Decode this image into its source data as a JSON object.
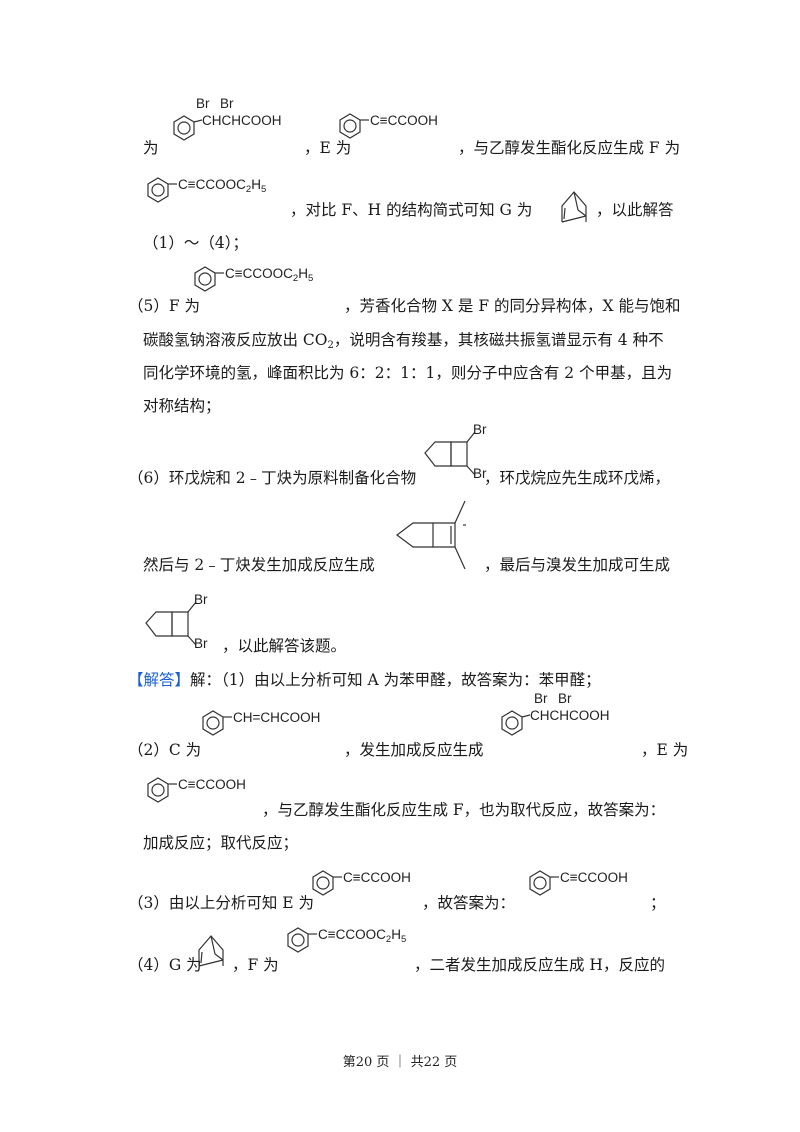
{
  "p1": {
    "a": "为",
    "b": "，E 为",
    "c": "，与乙醇发生酯化反应生成 F 为"
  },
  "p2": {
    "a": "，对比 F、H 的结构简式可知 G 为",
    "b": "，以此解答"
  },
  "p3": {
    "a": "（1）～（4）；"
  },
  "p5": {
    "a": "（5）F 为",
    "b": "，芳香化合物 X 是 F 的同分异构体，X 能与饱和",
    "c1": "碳酸氢钠溶液反应放出 CO",
    "c_sub": "2",
    "c2": "，说明含有羧基，其核磁共振氢谱显示有 4 种不",
    "d": "同化学环境的氢，峰面积比为 6：2：1：1，则分子中应含有 2 个甲基，且为",
    "e": "对称结构；"
  },
  "p6": {
    "a": "（6）环戊烷和 2﹣丁炔为原料制备化合物",
    "b": "，环戊烷应先生成环戊烯，",
    "c": "然后与 2﹣丁炔发生加成反应生成",
    "d": "，最后与溴发生加成可生成",
    "e": "，以此解答该题。"
  },
  "answer": {
    "tag": "【解答】",
    "a": "解：（1）由以上分析可知 A 为苯甲醛，故答案为：苯甲醛；",
    "q2a": "（2）C 为",
    "q2b": "，发生加成反应生成",
    "q2c": "，E 为",
    "q2d": "，与乙醇发生酯化反应生成 F，也为取代反应，故答案为：",
    "q2e": "加成反应；取代反应；",
    "q3a": "（3）由以上分析可知 E 为",
    "q3b": "，故答案为：",
    "q3c": "；",
    "q4a": "（4）G 为",
    "q4b": "，F 为",
    "q4c": "，二者发生加成反应生成 H，反应的"
  },
  "formulas": {
    "cooh_alkyne": "C≡CCOOH",
    "ester_alkyne": "C≡CCOOC",
    "et_sub": "2",
    "et_h": "H",
    "et_sub2": "5",
    "dibromo": "CHCHCOOH",
    "alkene": "CH=CHCOOH",
    "br": "Br"
  },
  "footer": "第20 页 ｜ 共22 页"
}
